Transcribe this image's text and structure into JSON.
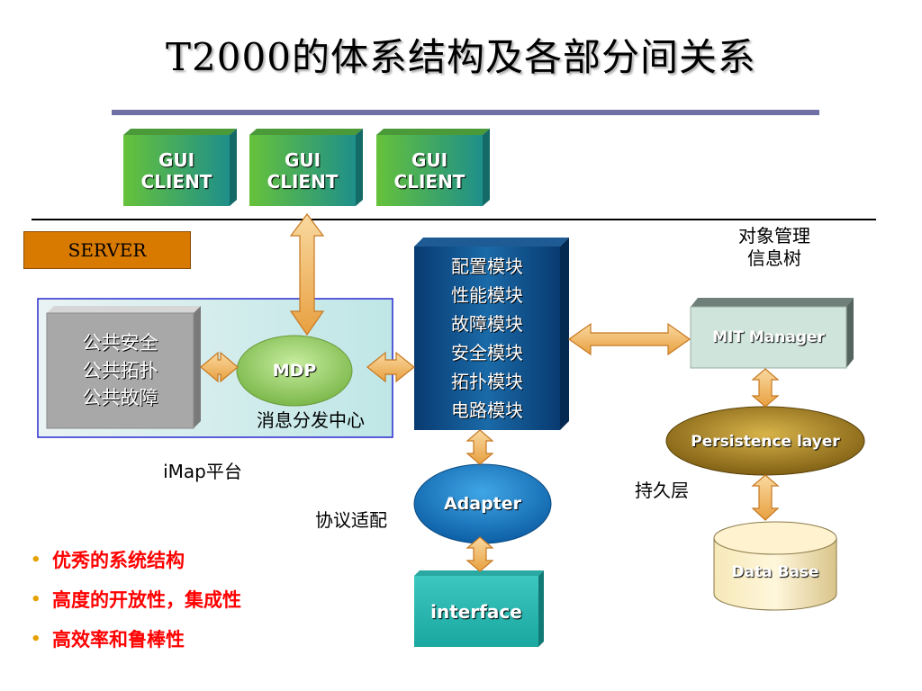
{
  "title": "T2000的体系结构及各部分间关系",
  "gui_clients": [
    {
      "line1": "GUI",
      "line2": "CLIENT"
    },
    {
      "line1": "GUI",
      "line2": "CLIENT"
    },
    {
      "line1": "GUI",
      "line2": "CLIENT"
    }
  ],
  "server_label": "SERVER",
  "public_box": [
    "公共安全",
    "公共拓扑",
    "公共故障"
  ],
  "mdp_label": "MDP",
  "mdp_caption": "消息分发中心",
  "imap_caption": "iMap平台",
  "modules": [
    "配置模块",
    "性能模块",
    "故障模块",
    "安全模块",
    "拓扑模块",
    "电路模块"
  ],
  "adapter_label": "Adapter",
  "adapter_caption": "协议适配",
  "interface_label": "interface",
  "mit_caption": [
    "对象管理",
    "信息树"
  ],
  "mit_label": "MIT Manager",
  "persistence_label": "Persistence layer",
  "persistence_caption": "持久层",
  "database_label": "Data Base",
  "bullets": [
    "优秀的系统结构",
    "高度的开放性，集成性",
    "高效率和鲁棒性"
  ],
  "colors": {
    "gui_green": "#3aa03a",
    "module_blue": "#0b3f78",
    "mdp_green": "#9fd26a",
    "arrow_orange": "#f0b060",
    "server_tag": "#d97a00",
    "bullet_red": "#ff0000"
  }
}
